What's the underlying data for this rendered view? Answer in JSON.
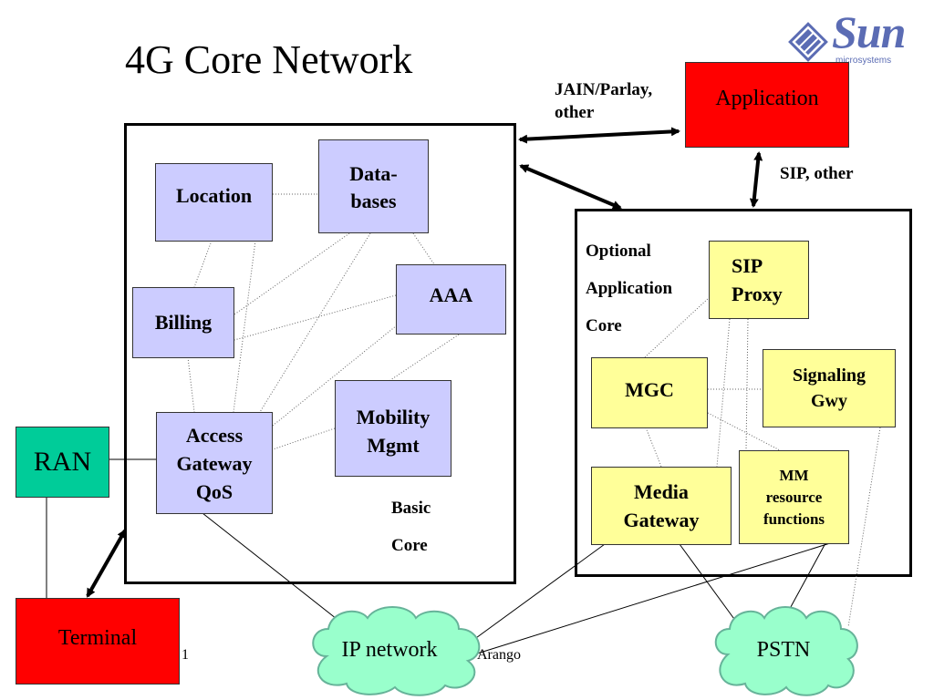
{
  "title": "4G Core Network",
  "logo": {
    "wordmark": "Sun",
    "subtitle": "microsystems"
  },
  "application_box": "Application",
  "labels": {
    "jain_parlay": "JAIN/Parlay,\nother",
    "sip_other": "SIP, other",
    "optional_core": "Optional\nApplication\nCore",
    "basic_core": "Basic\nCore"
  },
  "basic_core_boxes": {
    "location": "Location",
    "databases": "Data-\nbases",
    "billing": "Billing",
    "aaa": "AAA",
    "mobility": "Mobility\nMgmt",
    "access_gateway": "Access\nGateway\nQoS"
  },
  "optional_core_boxes": {
    "sip_proxy": "SIP\nProxy",
    "mgc": "MGC",
    "signaling_gwy": "Signaling\nGwy",
    "media_gateway": "Media\nGateway",
    "mm_resource": "MM\nresource\nfunctions"
  },
  "ran": "RAN",
  "terminal": "Terminal",
  "clouds": {
    "ip_network": "IP network",
    "pstn": "PSTN"
  },
  "footer": {
    "left_fragment": "1",
    "right_fragment": "Arango"
  },
  "colors": {
    "red_box": "#ff0000",
    "lavender_box": "#ccccff",
    "yellow_box": "#ffff99",
    "ran_green": "#00cc99",
    "cloud_fill": "#99ffcc",
    "logo_blue": "#5b6cb4"
  }
}
